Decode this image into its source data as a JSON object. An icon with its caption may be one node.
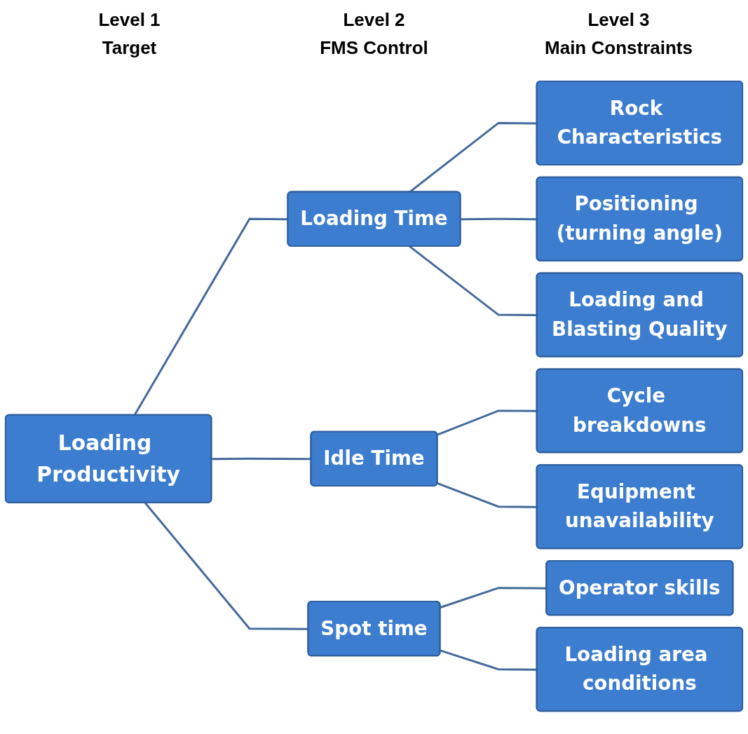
{
  "diagram": {
    "nodes": [
      {
        "text": [
          "Loading Productivity"
        ]
      },
      {
        "text": [
          "Loading Time"
        ]
      },
      {
        "text": [
          "Idle Time"
        ]
      },
      {
        "text": [
          "Spot time"
        ]
      },
      {
        "text": [
          "Rock Characteristics"
        ]
      },
      {
        "text": [
          "Positioning (turning angle)"
        ]
      },
      {
        "text": [
          "Loading and Blasting Quality"
        ]
      },
      {
        "text": [
          "Cycle breakdowns"
        ]
      },
      {
        "text": [
          "Equipment unavailability"
        ]
      },
      {
        "text": [
          "Operator skills"
        ]
      },
      {
        "text": [
          "Loading area conditions"
        ]
      }
    ],
    "edges": [
      {
        "from": 0,
        "to": 1,
        "arrow": "none"
      },
      {
        "from": 0,
        "to": 2,
        "arrow": "none"
      },
      {
        "from": 0,
        "to": 3,
        "arrow": "none"
      },
      {
        "from": 1,
        "to": 4,
        "arrow": "none"
      },
      {
        "from": 1,
        "to": 5,
        "arrow": "none"
      },
      {
        "from": 1,
        "to": 6,
        "arrow": "none"
      },
      {
        "from": 2,
        "to": 7,
        "arrow": "none"
      },
      {
        "from": 2,
        "to": 8,
        "arrow": "none"
      },
      {
        "from": 3,
        "to": 9,
        "arrow": "none"
      },
      {
        "from": 3,
        "to": 10,
        "arrow": "none"
      }
    ],
    "labels": [
      "Level 1",
      "Level 2",
      "Level 3",
      "Target",
      "FMS Control",
      "Main Constraints"
    ]
  }
}
